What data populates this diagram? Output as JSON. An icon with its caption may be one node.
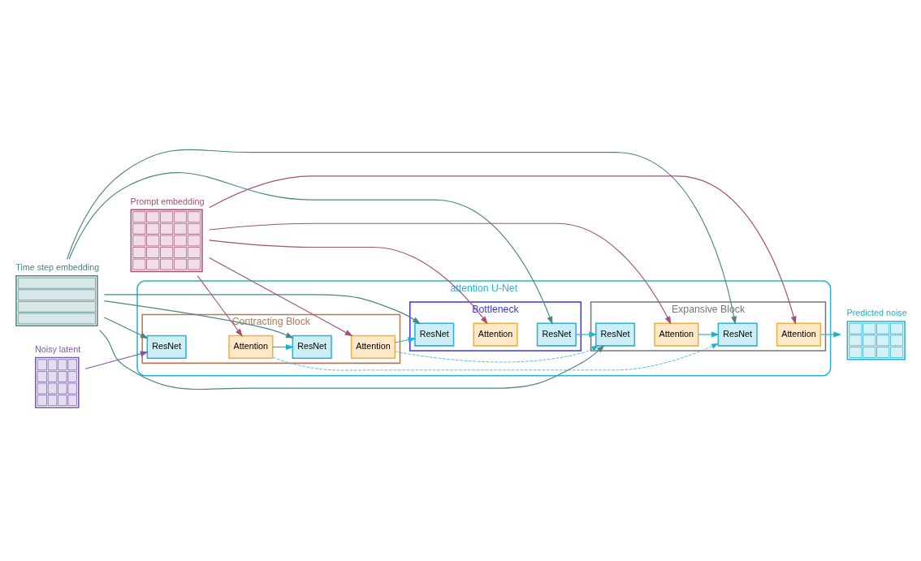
{
  "diagram": {
    "nodes": [
      {
        "text": [
          "Noisy latent"
        ]
      },
      {
        "text": [
          "attention U-Net"
        ]
      },
      {
        "text": [
          "Contracting Block"
        ],
        "in": 1
      },
      {
        "text": [
          "ResNet"
        ],
        "in": 2
      },
      {
        "text": [
          "Attention"
        ],
        "in": 2
      },
      {
        "text": [
          "ResNet"
        ],
        "in": 2
      },
      {
        "text": [
          "Attention"
        ],
        "in": 2
      },
      {
        "text": [
          "Bottleneck"
        ],
        "in": 1
      },
      {
        "text": [
          "ResNet"
        ],
        "in": 7
      },
      {
        "text": [
          "Attention"
        ],
        "in": 7
      },
      {
        "text": [
          "ResNet"
        ],
        "in": 7
      },
      {
        "text": [
          "Expansive Block"
        ],
        "in": 1
      },
      {
        "text": [
          "ResNet"
        ],
        "in": 11
      },
      {
        "text": [
          "Attention"
        ],
        "in": 11
      },
      {
        "text": [
          "ResNet"
        ],
        "in": 11
      },
      {
        "text": [
          "Attention"
        ],
        "in": 11
      },
      {
        "text": [
          "Predicted noise"
        ]
      },
      {
        "text": [
          "Time step embedding"
        ]
      },
      {
        "text": [
          "Prompt embedding"
        ]
      }
    ],
    "edges": [
      {
        "from": 0,
        "to": 3,
        "arrow": "to",
        "color": "#7a5aa8"
      },
      {
        "from": 4,
        "to": 5,
        "arrow": "to",
        "color": "#1fb0d0"
      },
      {
        "from": 4,
        "to": 14,
        "arrow": "to",
        "style": "dashed",
        "color": "#1fb0d0"
      },
      {
        "from": 6,
        "to": 8,
        "arrow": "to",
        "color": "#1fb0d0"
      },
      {
        "from": 6,
        "to": 12,
        "arrow": "to",
        "style": "dashed",
        "color": "#1fb0d0"
      },
      {
        "from": 10,
        "to": 12,
        "arrow": "to",
        "color": "#1fb0d0"
      },
      {
        "from": 13,
        "to": 14,
        "arrow": "to",
        "color": "#1fb0d0"
      },
      {
        "from": 15,
        "to": 16,
        "arrow": "to",
        "color": "#1fb0d0"
      },
      {
        "from": 17,
        "to": 3,
        "arrow": "to",
        "color": "#4d8585"
      },
      {
        "from": 17,
        "to": 5,
        "arrow": "to",
        "color": "#4d8585"
      },
      {
        "from": 17,
        "to": 8,
        "arrow": "to",
        "color": "#4d8585"
      },
      {
        "from": 17,
        "to": 10,
        "arrow": "to",
        "color": "#4d8585"
      },
      {
        "from": 17,
        "to": 12,
        "arrow": "to",
        "color": "#4d8585"
      },
      {
        "from": 17,
        "to": 14,
        "arrow": "to",
        "color": "#4d8585"
      },
      {
        "from": 18,
        "to": 4,
        "arrow": "to",
        "color": "#a0527a"
      },
      {
        "from": 18,
        "to": 6,
        "arrow": "to",
        "color": "#a0527a"
      },
      {
        "from": 18,
        "to": 9,
        "arrow": "to",
        "color": "#a0527a"
      },
      {
        "from": 18,
        "to": 13,
        "arrow": "to",
        "color": "#a0527a"
      },
      {
        "from": 18,
        "to": 15,
        "arrow": "to",
        "color": "#a0527a"
      }
    ]
  }
}
